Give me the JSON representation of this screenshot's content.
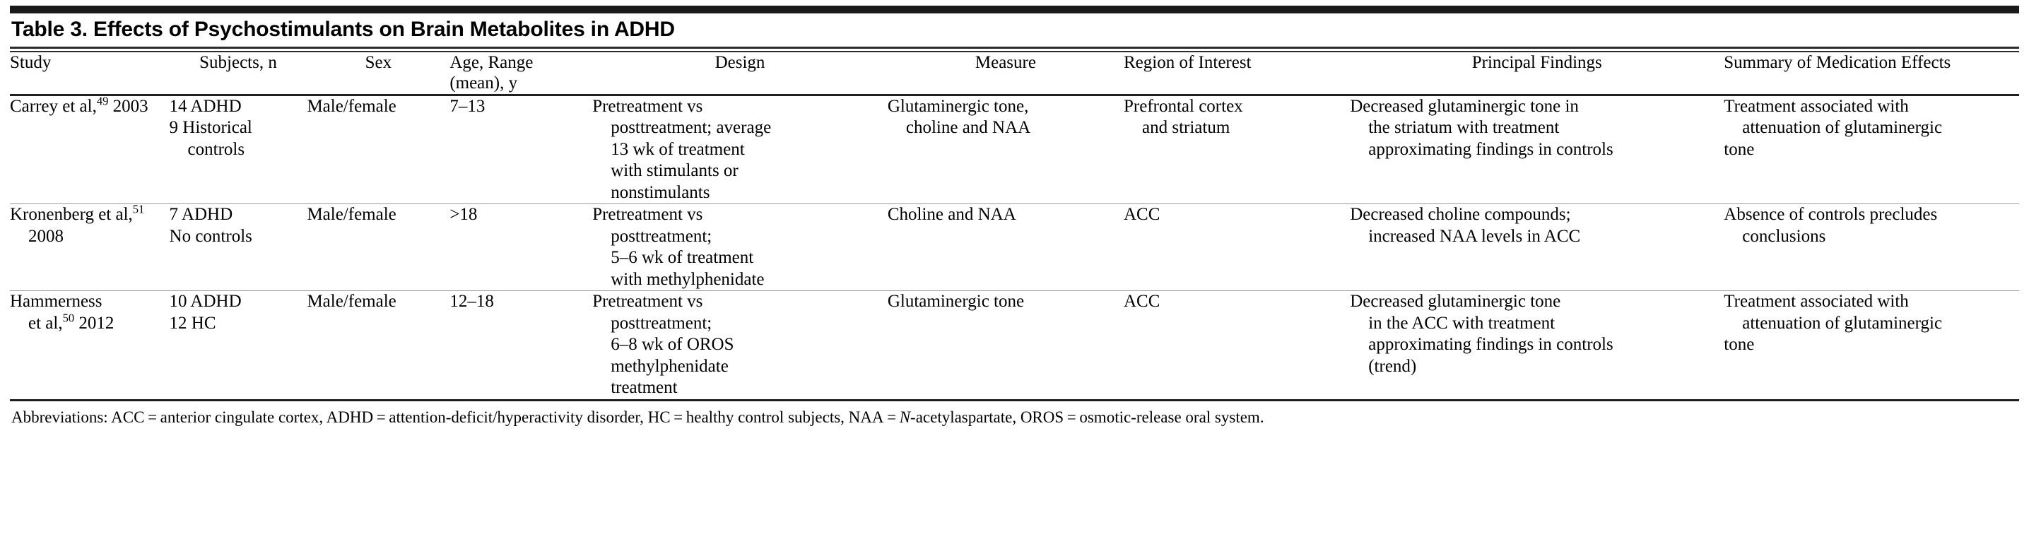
{
  "table": {
    "title": "Table 3. Effects of Psychostimulants on Brain Metabolites in ADHD",
    "headers": {
      "study": "Study",
      "subjects": "Subjects, n",
      "sex": "Sex",
      "age_line1": "Age, Range",
      "age_line2": "(mean), y",
      "design": "Design",
      "measure": "Measure",
      "region": "Region of Interest",
      "findings": "Principal Findings",
      "summary": "Summary of Medication Effects"
    },
    "rows": [
      {
        "study_name": "Carrey et al,",
        "study_ref": "49",
        "study_year": " 2003",
        "subjects": "14 ADHD\n9 Historical\n   controls",
        "subjects_lines": [
          "14 ADHD",
          "9 Historical",
          "controls"
        ],
        "sex": "Male/female",
        "age": "7–13",
        "design_lines": [
          "Pretreatment vs",
          "posttreatment; average",
          "13 wk of treatment",
          "with stimulants or",
          "nonstimulants"
        ],
        "measure_lines": [
          "Glutaminergic tone,",
          "choline and NAA"
        ],
        "region_lines": [
          "Prefrontal cortex",
          "and striatum"
        ],
        "findings_lines": [
          "Decreased glutaminergic tone in",
          "the striatum with treatment",
          "approximating findings in controls"
        ],
        "summary_lines": [
          "Treatment associated with",
          "attenuation of glutaminergic",
          "tone"
        ]
      },
      {
        "study_name": "Kronenberg et al,",
        "study_ref": "51",
        "study_year": "2008",
        "subjects_lines": [
          "7 ADHD",
          "No controls"
        ],
        "sex": "Male/female",
        "age": ">18",
        "design_lines": [
          "Pretreatment vs",
          "posttreatment;",
          "5–6 wk of treatment",
          "with methylphenidate"
        ],
        "measure_lines": [
          "Choline and NAA"
        ],
        "region_lines": [
          "ACC"
        ],
        "findings_lines": [
          "Decreased choline compounds;",
          "increased NAA levels in ACC"
        ],
        "summary_lines": [
          "Absence of controls precludes",
          "conclusions"
        ]
      },
      {
        "study_name": "Hammerness",
        "study_ref": "50",
        "study_year": "et al,",
        "study_year2": " 2012",
        "subjects_lines": [
          "10 ADHD",
          "12 HC"
        ],
        "sex": "Male/female",
        "age": "12–18",
        "design_lines": [
          "Pretreatment vs",
          "posttreatment;",
          "6–8 wk of OROS",
          "methylphenidate",
          "treatment"
        ],
        "measure_lines": [
          "Glutaminergic tone"
        ],
        "region_lines": [
          "ACC"
        ],
        "findings_lines": [
          "Decreased glutaminergic tone",
          "in the ACC with treatment",
          "approximating findings in controls",
          "(trend)"
        ],
        "summary_lines": [
          "Treatment associated with",
          "attenuation of glutaminergic",
          "tone"
        ]
      }
    ],
    "footnote": {
      "label": "Abbreviations:",
      "text_a": " ACC = anterior cingulate cortex, ADHD = attention-deficit/hyperactivity disorder, HC = healthy control subjects, NAA = ",
      "text_italic": "N",
      "text_b": "-acetylaspartate, OROS = osmotic-release oral system."
    }
  }
}
